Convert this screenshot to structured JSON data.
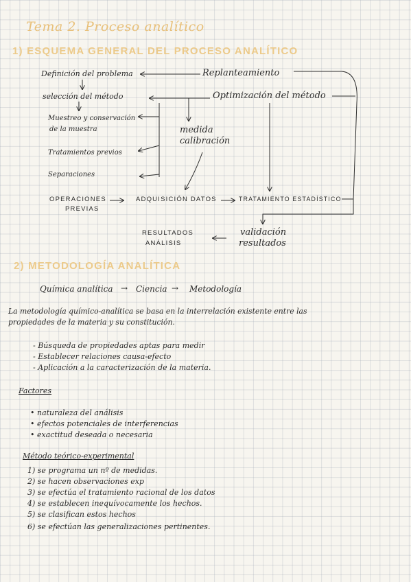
{
  "title": "Tema 2. Proceso analítico",
  "section1": {
    "heading": "1) ESQUEMA GENERAL DEL PROCESO ANALÍTICO",
    "diagram": {
      "definicion": "Definición del problema",
      "replanteamiento": "Replanteamiento",
      "seleccion": "selección del método",
      "optimizacion": "Optimización del método",
      "muestreo_line1": "Muestreo y conservación",
      "muestreo_line2": "de la muestra",
      "medida_line1": "medida",
      "medida_line2": "calibración",
      "tratamientos": "Tratamientos previos",
      "separaciones": "Separaciones",
      "operaciones_line1": "OPERACIONES",
      "operaciones_line2": "PREVIAS",
      "adquisicion": "ADQUISICIÓN DATOS",
      "tratamiento_est": "TRATAMIENTO ESTADÍSTICO",
      "resultados_line1": "RESULTADOS",
      "resultados_line2": "ANÁLISIS",
      "validacion_line1": "validación",
      "validacion_line2": "resultados"
    }
  },
  "section2": {
    "heading": "2) METODOLOGÍA ANALÍTICA",
    "flow": {
      "quimica": "Química analítica",
      "ciencia": "Ciencia",
      "metodologia": "Metodología"
    },
    "paragraph_line1": "La metodología químico-analítica se basa en la interrelación existente entre las",
    "paragraph_line2": "propiedades de la materia y su constitución.",
    "dash_items": [
      "- Búsqueda de propiedades aptas para medir",
      "- Establecer relaciones causa-efecto",
      "- Aplicación a la caracterización de la materia."
    ],
    "factores_heading": "Factores",
    "factores": [
      "• naturaleza del análisis",
      "• efectos potenciales de interferencias",
      "• exactitud deseada o necesaria"
    ],
    "metodo_heading": "Método teórico-experimental",
    "metodo_steps": [
      "1) se programa un nº de medidas.",
      "2) se hacen observaciones exp",
      "3) se efectúa el tratamiento racional de los datos",
      "4) se establecen inequívocamente los hechos.",
      "5) se clasifican estos hechos",
      "6) se efectúan las generalizaciones pertinentes."
    ]
  },
  "colors": {
    "title": "#e8c07a",
    "ink": "#2b2b2b",
    "paper": "#f7f5ef"
  }
}
